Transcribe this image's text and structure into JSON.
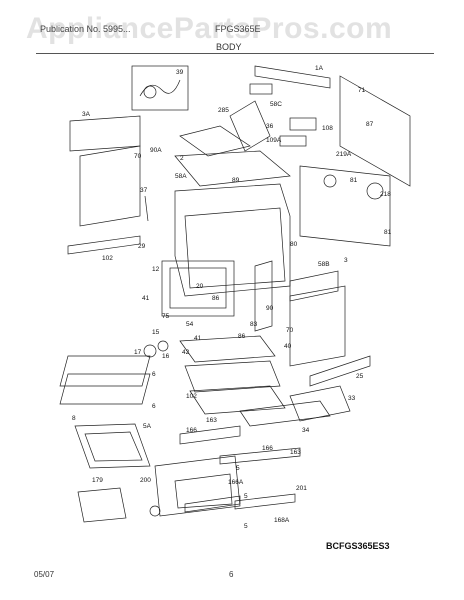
{
  "header": {
    "watermark": "AppliancePartsPros.com",
    "publication_text": "Publication No. 5995...",
    "model": "FPGS365E",
    "section": "BODY"
  },
  "diagram": {
    "code": "BCFGS365ES3",
    "callouts": [
      "1A",
      "39",
      "3A",
      "71",
      "285",
      "36",
      "58C",
      "108",
      "87",
      "109A",
      "70",
      "90A",
      "2",
      "58A",
      "89",
      "219A",
      "81",
      "37",
      "218",
      "29",
      "80",
      "81",
      "12",
      "3",
      "58B",
      "102",
      "20",
      "86",
      "41",
      "75",
      "90",
      "83",
      "70",
      "15",
      "54",
      "42",
      "86",
      "41",
      "40",
      "17",
      "16",
      "6",
      "25",
      "102",
      "163",
      "33",
      "6",
      "8",
      "34",
      "5A",
      "166",
      "163",
      "166",
      "5",
      "200",
      "166A",
      "201",
      "179",
      "5",
      "168A",
      "5"
    ]
  },
  "footer": {
    "date": "05/07",
    "page": "6"
  }
}
